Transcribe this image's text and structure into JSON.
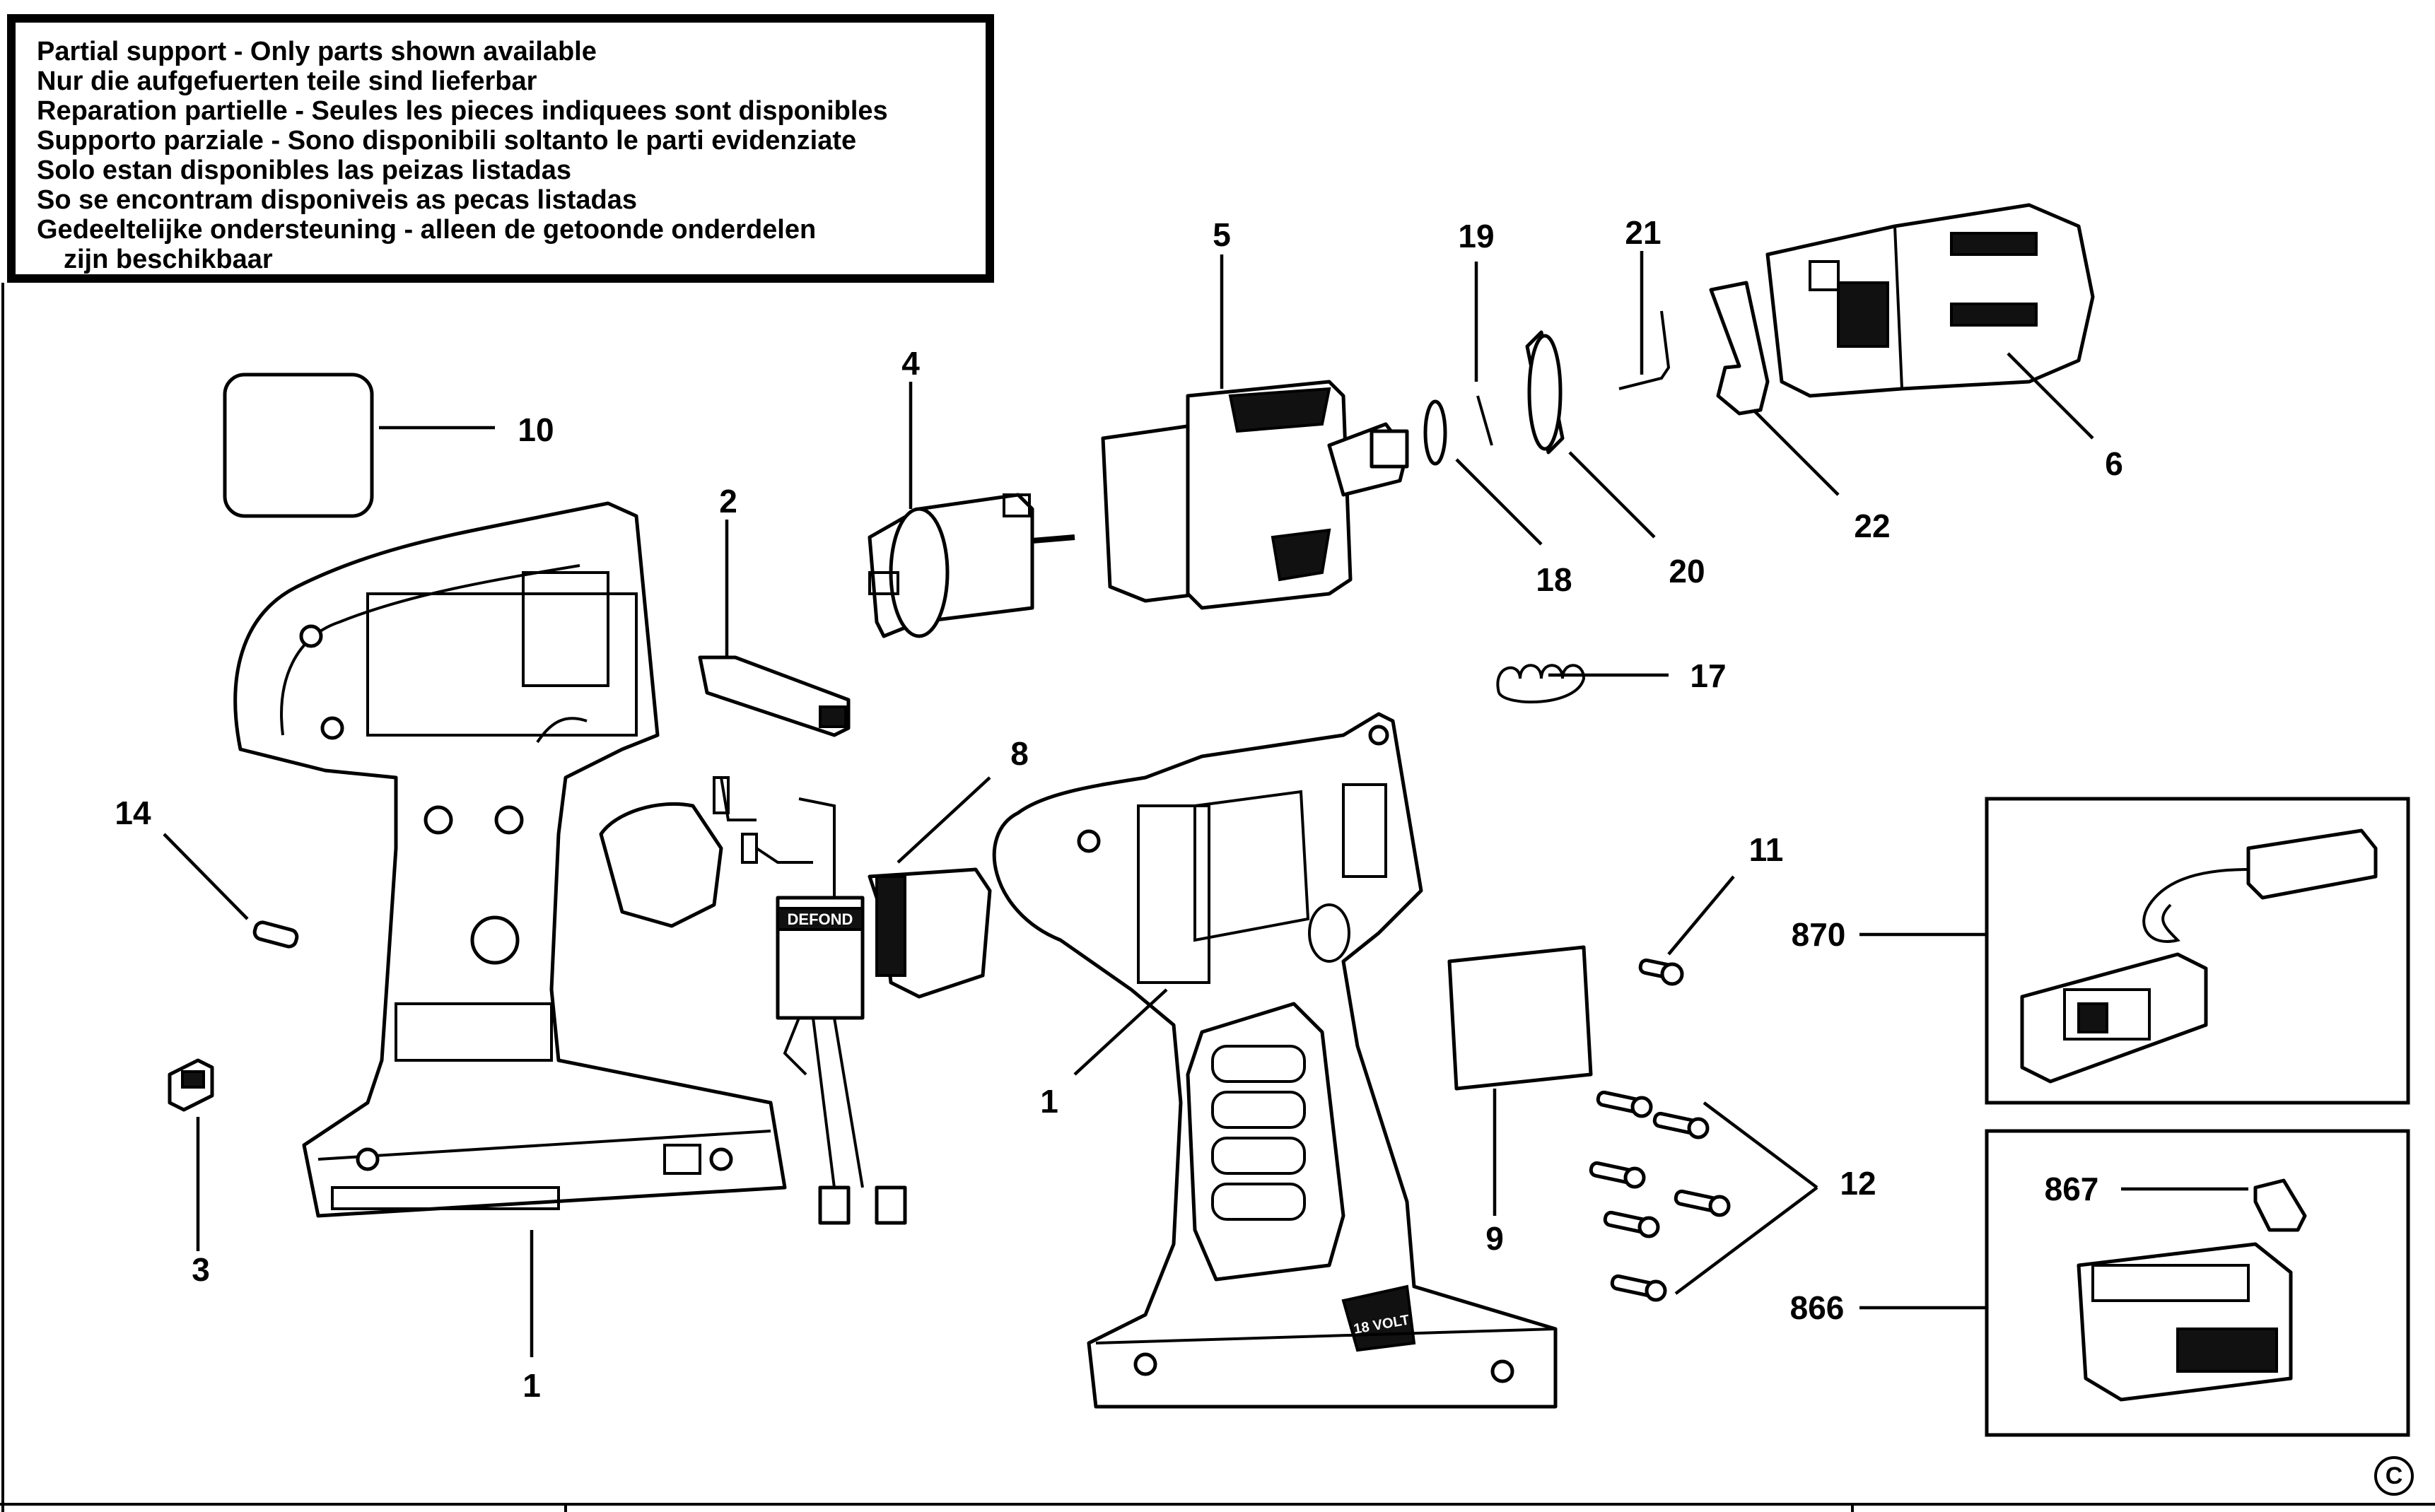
{
  "notice": {
    "lines": [
      "Partial support - Only parts shown available",
      "Nur die aufgefuerten teile sind lieferbar",
      "Reparation partielle - Seules les pieces indiquees sont disponibles",
      "Supporto parziale - Sono disponibili soltanto le parti evidenziate",
      "Solo estan disponibles las peizas listadas",
      "So se encontram disponiveis as pecas listadas",
      "Gedeeltelijke ondersteuning - alleen de getoonde onderdelen",
      "zijn beschikbaar"
    ]
  },
  "callouts": {
    "p10": "10",
    "p4": "4",
    "p2": "2",
    "p5": "5",
    "p19": "19",
    "p21": "21",
    "p6": "6",
    "p22": "22",
    "p18": "18",
    "p20": "20",
    "p17": "17",
    "p8": "8",
    "p14": "14",
    "p11": "11",
    "p870": "870",
    "p1a": "1",
    "p1b": "1",
    "p3": "3",
    "p9": "9",
    "p12": "12",
    "p867": "867",
    "p866": "866"
  },
  "decor": {
    "copyright": "C",
    "switch_brand": "DEFOND",
    "voltage_label": "18 VOLT"
  }
}
